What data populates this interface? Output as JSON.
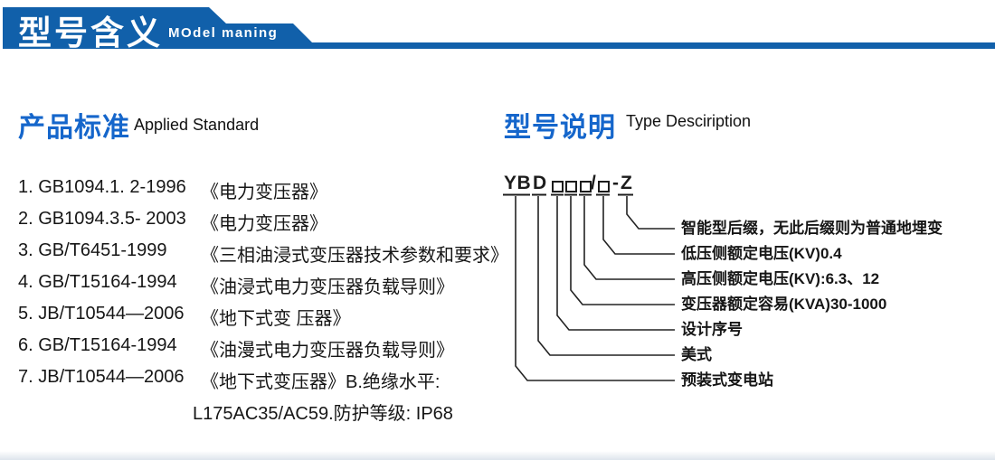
{
  "colors": {
    "banner_blue": "#1160aa",
    "title_blue": "#1566cb",
    "text": "#1a1a1a"
  },
  "header": {
    "title_cn": "型号含义",
    "title_en": "MOdel maning"
  },
  "product_standards": {
    "title_cn": "产品标准",
    "title_en": "Applied Standard",
    "items": [
      {
        "code": "1. GB1094.1. 2-1996",
        "name": "《电力变压器》"
      },
      {
        "code": "2. GB1094.3.5- 2003",
        "name": "《电力变压器》"
      },
      {
        "code": "3. GB/T6451-1999",
        "name": "《三相油浸式变压器技术参数和要求》"
      },
      {
        "code": "4. GB/T15164-1994",
        "name": "《油浸式电力变压器负载导则》"
      },
      {
        "code": "5. JB/T10544—2006",
        "name": "《地下式变 压器》"
      },
      {
        "code": "6. GB/T15164-1994",
        "name": "《油漫式电力变压器负载导则》"
      },
      {
        "code": "7. JB/T10544—2006",
        "name": "《地下式变压器》B.绝缘水平:"
      }
    ],
    "continuation": "L175AC35/AC59.防护等级: IP68"
  },
  "type_description": {
    "title_cn": "型号说明",
    "title_en": "Type Desciription",
    "model_code": {
      "prefix": "YB",
      "style": "D",
      "slash": "/",
      "dash": "-",
      "suffix": "Z"
    },
    "code_labels": [
      "智能型后缀，无此后缀则为普通地埋变",
      "低压侧额定电压(KV)0.4",
      "高压侧额定电压(KV):6.3、12",
      "变压器额定容易(KVA)30-1000",
      "设计序号",
      "美式",
      "预装式变电站"
    ]
  }
}
